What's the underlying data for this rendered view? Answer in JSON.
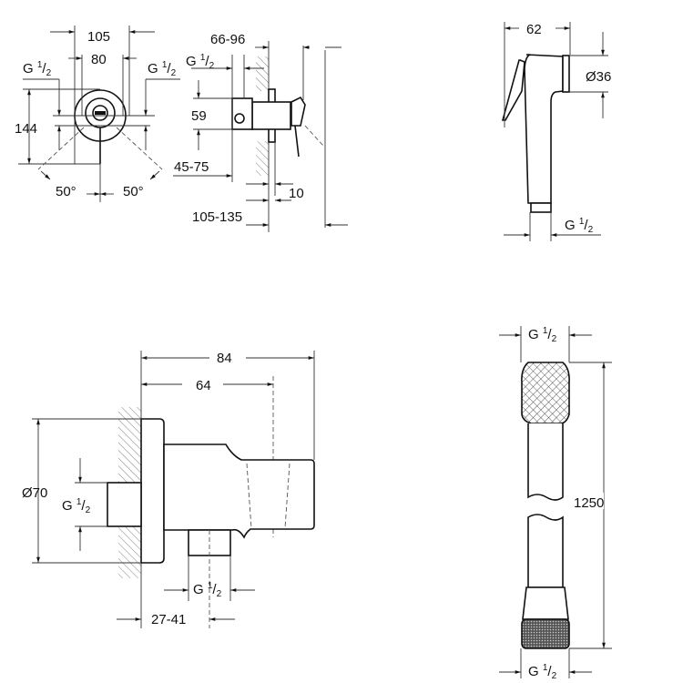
{
  "thread": {
    "prefix": "G",
    "numerator": "1",
    "slash": "/",
    "denominator": "2"
  },
  "mixer_front": {
    "width_outer": "105",
    "width_inner": "80",
    "height": "144",
    "angle_left": "50°",
    "angle_right": "50°"
  },
  "mixer_side": {
    "depth_wall": "66-96",
    "height_inlet": "59",
    "depth_body": "45-75",
    "plate": "10",
    "depth_total": "105-135"
  },
  "hand_shower": {
    "length": "62",
    "diameter": "Ø36"
  },
  "wall_outlet": {
    "length_total": "84",
    "length_holder": "64",
    "diameter": "Ø70",
    "projection": "27-41"
  },
  "hose": {
    "length": "1250"
  }
}
